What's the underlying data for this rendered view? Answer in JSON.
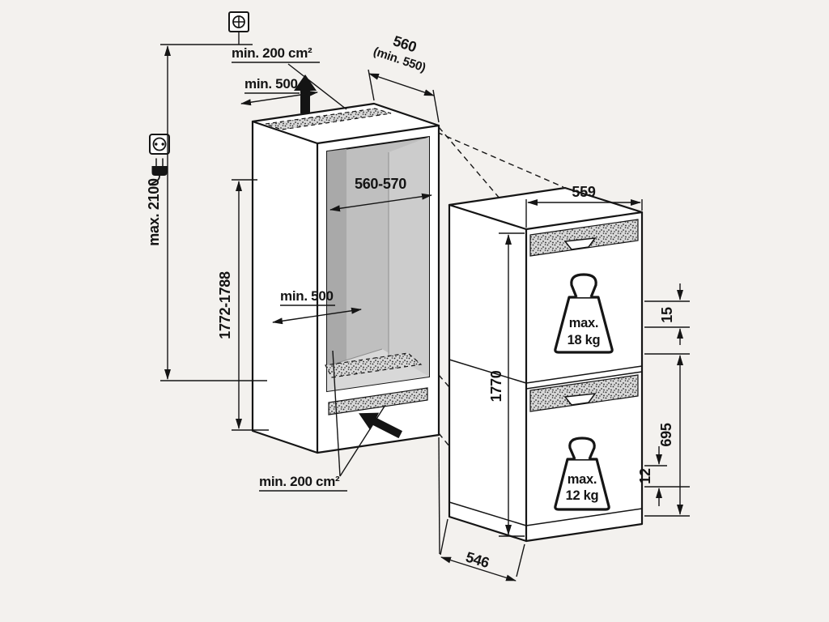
{
  "diagram": {
    "type": "appliance installation drawing",
    "labels": {
      "vent_top": "min. 200 cm²",
      "min500_top": "min. 500",
      "depth_560": "560",
      "depth_min550": "(min. 550)",
      "max_2100": "max. 2100",
      "niche_height": "1772-1788",
      "inner_width": "560-570",
      "min500_floor": "min. 500",
      "vent_bottom": "min. 200 cm²",
      "width_559": "559",
      "height_1770": "1770",
      "gap_15": "15",
      "door_695": "695",
      "gap_12": "12",
      "depth_546": "546",
      "max_word_upper": "max.",
      "weight_upper": "18 kg",
      "max_word_lower": "max.",
      "weight_lower": "12 kg"
    },
    "colors": {
      "line": "#151515",
      "interior_back": "#bfbfbf",
      "interior_side_left": "#a9a9a9",
      "interior_side_right": "#cccccc",
      "interior_floor": "#d8d8d8",
      "stipple_base": "#d8d8d8",
      "figure_fill": "#ffffff",
      "background": "#f3f1ee"
    }
  }
}
